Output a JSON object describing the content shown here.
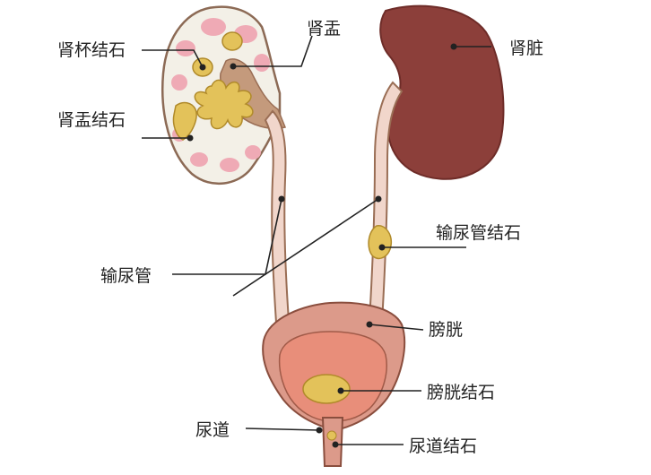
{
  "labels": {
    "kidney_calyx_stone": "肾杯结石",
    "renal_pelvis": "肾盂",
    "kidney": "肾脏",
    "renal_pelvis_stone": "肾盂结石",
    "ureter_stone": "输尿管结石",
    "ureter": "输尿管",
    "bladder": "膀胱",
    "bladder_stone": "膀胱结石",
    "urethra": "尿道",
    "urethra_stone": "尿道结石"
  },
  "colors": {
    "kidney": "#8c3f3a",
    "ureter_fill": "#f1d6cb",
    "bladder_outer": "#dc9a8a",
    "bladder_inner": "#e88e7a",
    "stone": "#e3c25a",
    "line": "#222222"
  }
}
